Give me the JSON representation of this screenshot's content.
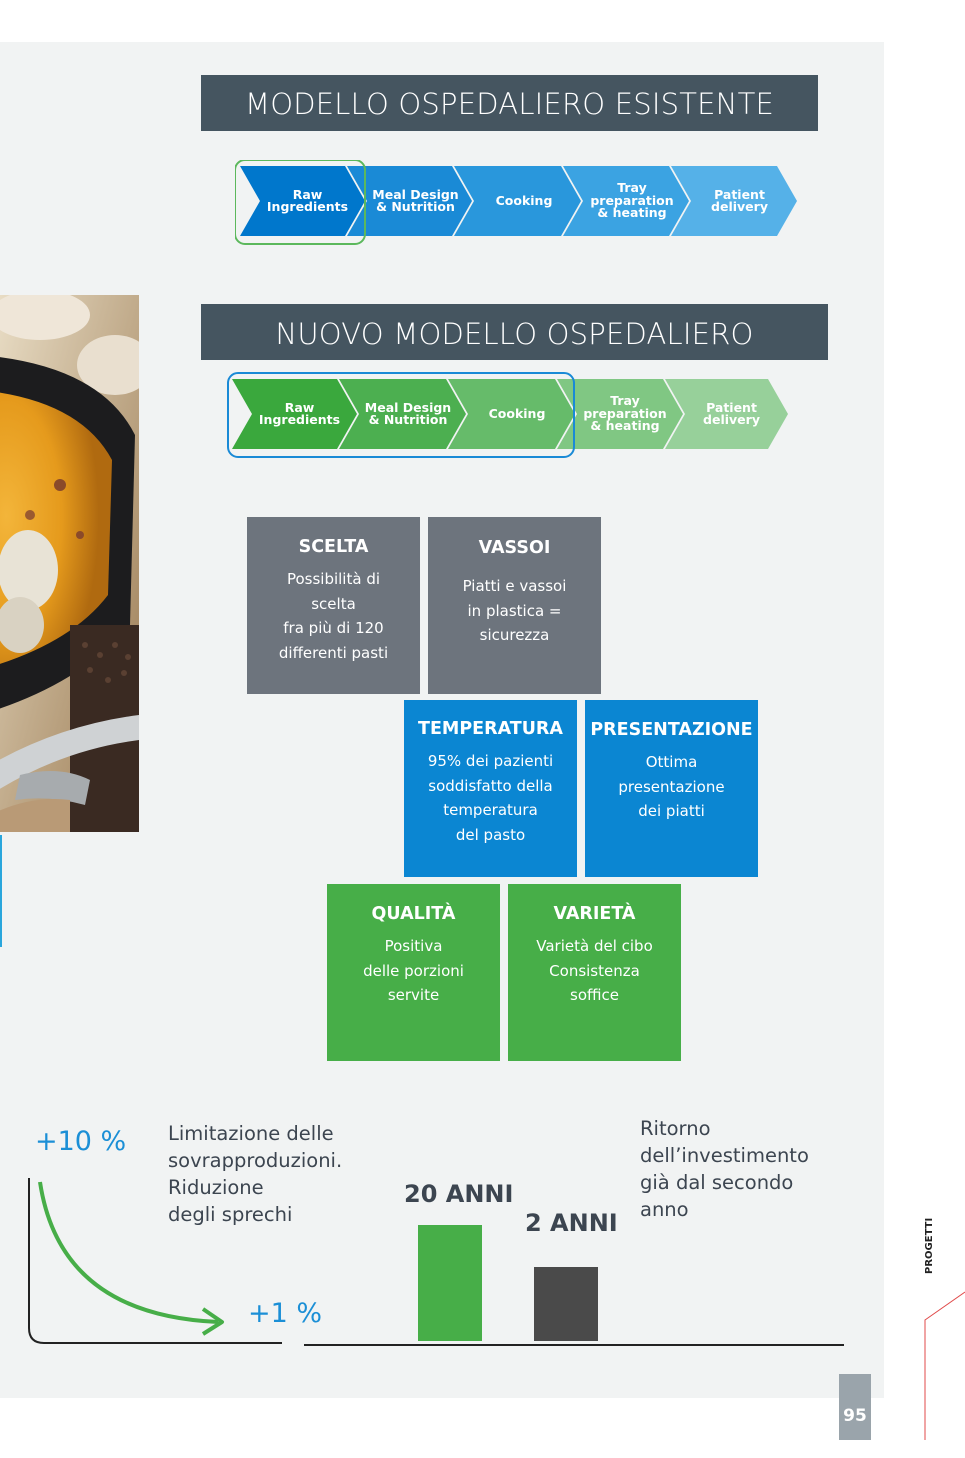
{
  "banners": {
    "existing": "MODELLO OSPEDALIERO ESISTENTE",
    "new": "NUOVO MODELLO OSPEDALIERO"
  },
  "flow_existing": [
    {
      "line1": "Raw",
      "line2": "Ingredients",
      "line3": ""
    },
    {
      "line1": "Meal Design",
      "line2": "& Nutrition",
      "line3": ""
    },
    {
      "line1": "Cooking",
      "line2": "",
      "line3": ""
    },
    {
      "line1": "Tray",
      "line2": "preparation",
      "line3": "& heating"
    },
    {
      "line1": "Patient",
      "line2": "delivery",
      "line3": ""
    }
  ],
  "flow_new": [
    {
      "line1": "Raw",
      "line2": "Ingredients",
      "line3": ""
    },
    {
      "line1": "Meal Design",
      "line2": "& Nutrition",
      "line3": ""
    },
    {
      "line1": "Cooking",
      "line2": "",
      "line3": ""
    },
    {
      "line1": "Tray",
      "line2": "preparation",
      "line3": "& heating"
    },
    {
      "line1": "Patient",
      "line2": "delivery",
      "line3": ""
    }
  ],
  "colors": {
    "existing_chevrons": [
      "#0077cc",
      "#1a8ad6",
      "#2997dc",
      "#3ba3e2",
      "#55b1e8"
    ],
    "new_chevrons": [
      "#3aa83d",
      "#4caf50",
      "#66bb6a",
      "#80c783",
      "#97d09a"
    ],
    "existing_highlight": "#5cb85c",
    "new_highlight": "#1a8ad6",
    "banner": "#455560"
  },
  "boxes": [
    {
      "title": "SCELTA",
      "lines": [
        "Possibilità di",
        "scelta",
        "fra più di 120",
        "differenti pasti"
      ]
    },
    {
      "title": "VASSOI",
      "lines": [
        "Piatti e vassoi",
        "in plastica =",
        "sicurezza"
      ]
    },
    {
      "title": "TEMPERATURA",
      "lines": [
        "95% dei pazienti",
        "soddisfatto della",
        "temperatura",
        "del pasto"
      ]
    },
    {
      "title": "PRESENTAZIONE",
      "lines": [
        "Ottima",
        "presentazione",
        "dei piatti"
      ]
    },
    {
      "title": "QUALITÀ",
      "lines": [
        "Positiva",
        "delle porzioni",
        "servite"
      ]
    },
    {
      "title": "VARIETÀ",
      "lines": [
        "Varietà del cibo",
        "Consistenza",
        "soffice"
      ]
    }
  ],
  "waste": {
    "from_pct": "+10 %",
    "to_pct": "+1 %",
    "lines": [
      "Limitazione delle",
      "sovrapproduzioni.",
      "Riduzione",
      "degli sprechi"
    ]
  },
  "roi": {
    "bars": [
      {
        "label": "20 ANNI",
        "value": 20,
        "color": "#47ae48"
      },
      {
        "label": "2 ANNI",
        "value": 2,
        "color": "#4a4a4a"
      }
    ],
    "lines": [
      "Ritorno",
      "dell’investimento",
      "già dal secondo",
      "anno"
    ]
  },
  "side_tab": "PROGETTI",
  "page_number": "95"
}
